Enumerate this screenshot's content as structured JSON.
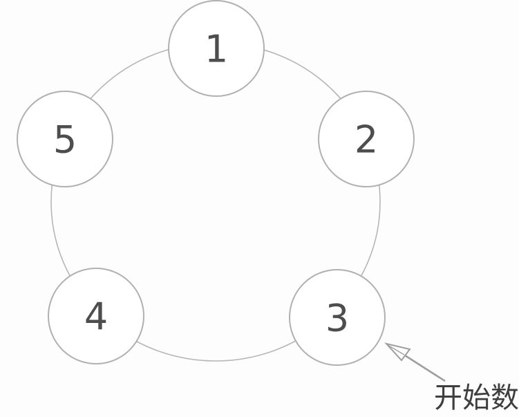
{
  "diagram": {
    "title": "counting-circle",
    "nodes": [
      {
        "label": "1"
      },
      {
        "label": "2"
      },
      {
        "label": "3"
      },
      {
        "label": "4"
      },
      {
        "label": "5"
      }
    ],
    "annotation": {
      "label": "开始数",
      "points_to": "node-3"
    },
    "colors": {
      "background": "#fdfdfd",
      "ring_stroke": "#b6b6b6",
      "node_stroke": "#b0b0b0",
      "node_fill": "#ffffff",
      "digit_color": "#4d4d4d",
      "arrow_color": "#9e9e9e",
      "annotation_color": "#3e3e3e"
    }
  }
}
